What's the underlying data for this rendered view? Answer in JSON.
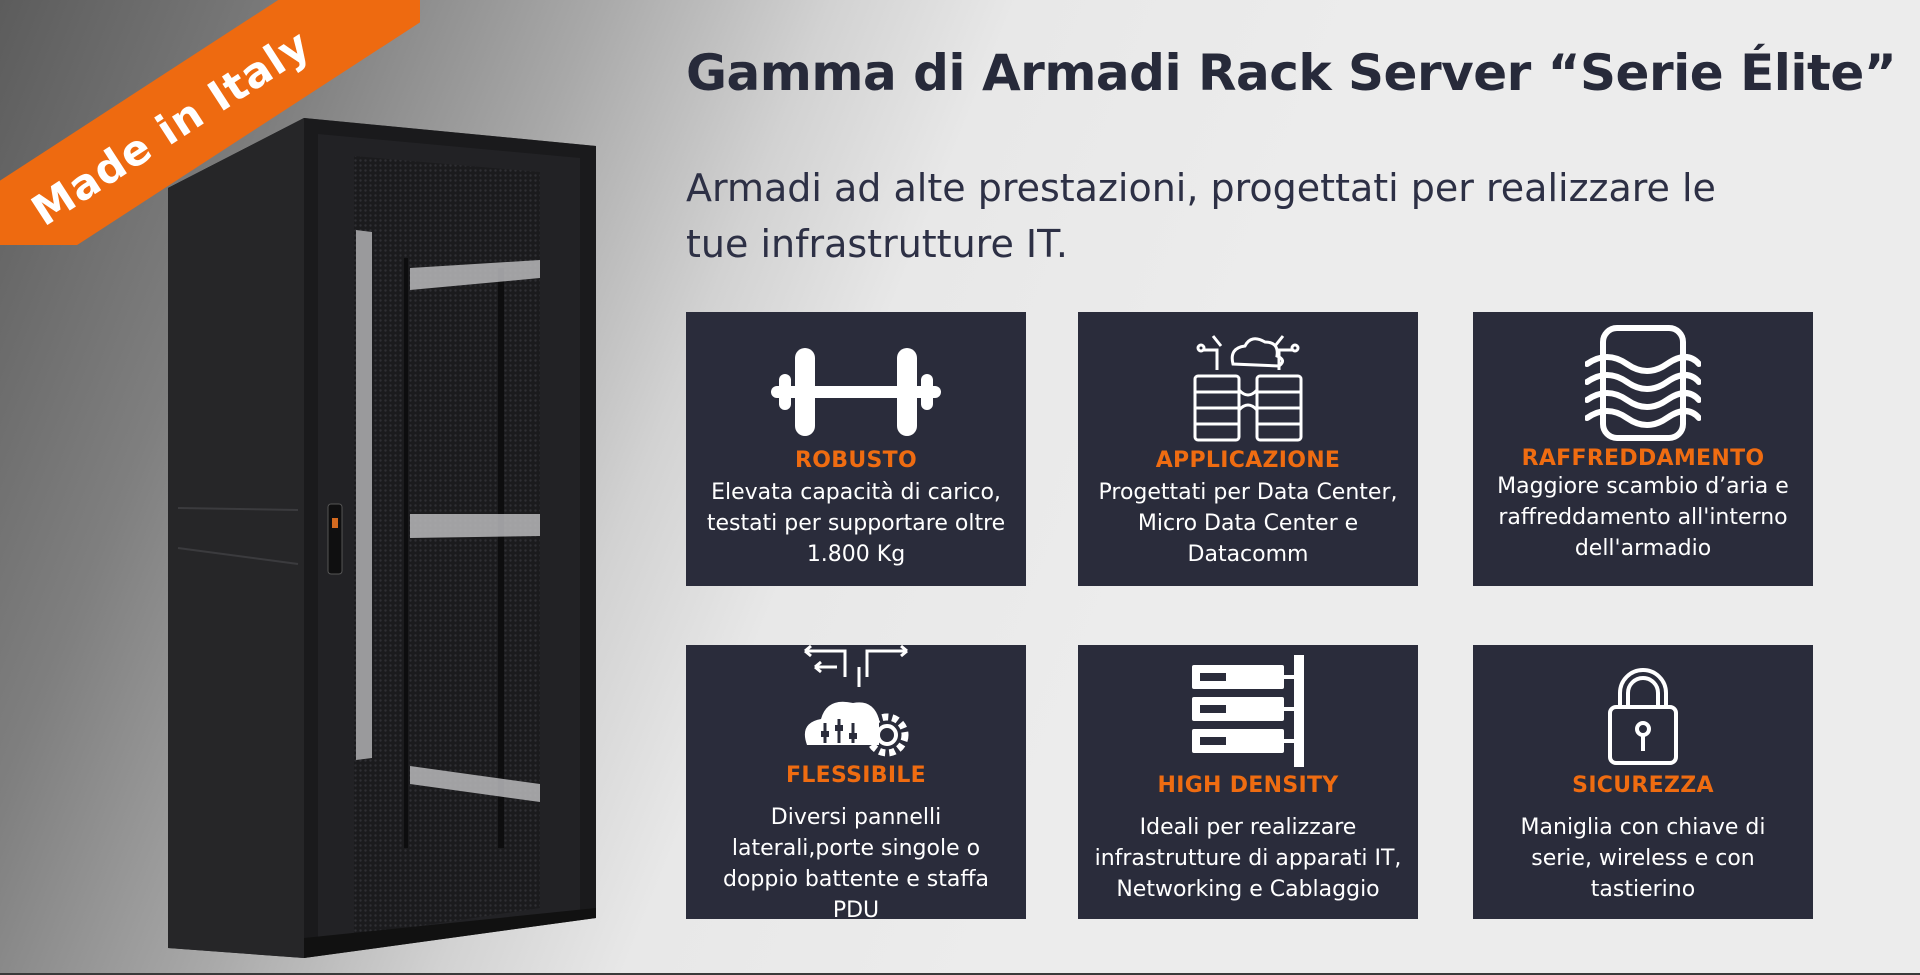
{
  "badge": {
    "text": "Made in Italy"
  },
  "header": {
    "title": "Gamma di Armadi Rack Server “Serie Élite”",
    "subtitle": "Armadi ad alte prestazioni, progettati per realizzare le tue infrastrutture IT."
  },
  "colors": {
    "accent": "#ef6c11",
    "card_bg": "#2a2c3b",
    "title": "#272a3a"
  },
  "features": [
    {
      "icon": "dumbbell-icon",
      "title": "ROBUSTO",
      "description": "Elevata capacità di carico, testati per supportare oltre 1.800 Kg"
    },
    {
      "icon": "cloud-server-icon",
      "title": "APPLICAZIONE",
      "description": "Progettati per Data Center, Micro Data Center e Datacomm"
    },
    {
      "icon": "cooling-airflow-icon",
      "title": "RAFFREDDAMENTO",
      "description": "Maggiore scambio d’aria e raffreddamento all'interno dell'armadio"
    },
    {
      "icon": "cloud-settings-icon",
      "title": "FLESSIBILE",
      "description": "Diversi pannelli laterali,porte singole o doppio battente e staffa PDU"
    },
    {
      "icon": "server-stack-icon",
      "title": "HIGH DENSITY",
      "description": "Ideali per realizzare infrastrutture di apparati IT, Networking e Cablaggio"
    },
    {
      "icon": "padlock-icon",
      "title": "SICUREZZA",
      "description": "Maniglia con chiave di serie, wireless e con tastierino"
    }
  ]
}
